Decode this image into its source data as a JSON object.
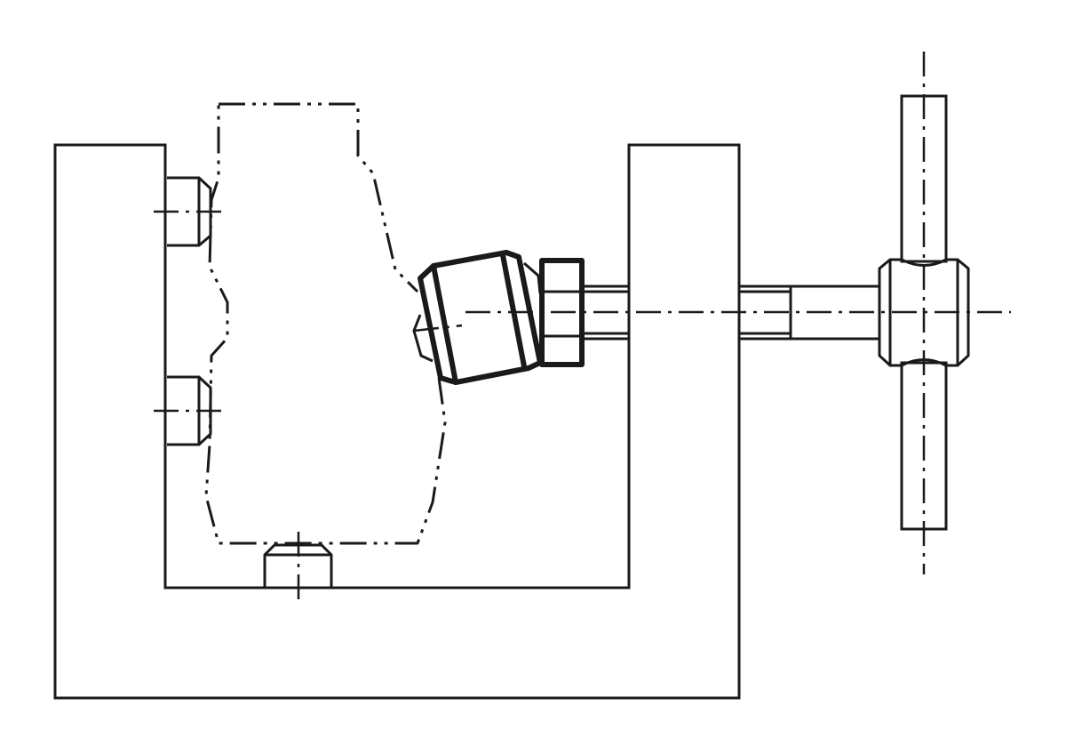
{
  "colors": {
    "line": "#1a1a1a",
    "background": "#ffffff"
  },
  "components": [
    "u-frame",
    "workpiece-outline",
    "locating-pin-upper",
    "locating-pin-lower",
    "bottom-rest-pad",
    "swivel-pad",
    "hex-nut",
    "clamping-screw",
    "tommy-bar-handle"
  ]
}
